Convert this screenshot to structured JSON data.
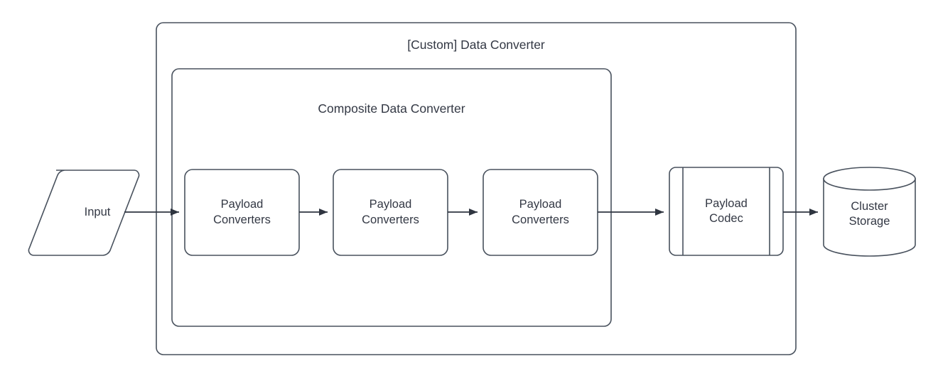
{
  "diagram": {
    "title": "[Custom] Data Converter",
    "background_color": "#ffffff",
    "stroke_color": "#48515d",
    "text_color": "#333844",
    "connector_color": "#2f3540",
    "containers": [
      {
        "id": "custom-data-converter",
        "label": "[Custom] Data Converter",
        "shape": "rounded-rectangle"
      },
      {
        "id": "composite-data-converter",
        "label": "Composite Data Converter",
        "shape": "rounded-rectangle"
      }
    ],
    "nodes": [
      {
        "id": "input",
        "label": "Input",
        "shape": "parallelogram"
      },
      {
        "id": "payload-converters-1",
        "label": "Payload\nConverters",
        "shape": "rounded-rectangle"
      },
      {
        "id": "payload-converters-2",
        "label": "Payload\nConverters",
        "shape": "rounded-rectangle"
      },
      {
        "id": "payload-converters-3",
        "label": "Payload\nConverters",
        "shape": "rounded-rectangle"
      },
      {
        "id": "payload-codec",
        "label": "Payload\nCodec",
        "shape": "predefined-process"
      },
      {
        "id": "cluster-storage",
        "label": "Cluster\nStorage",
        "shape": "cylinder"
      }
    ],
    "connectors": [
      {
        "id": "input-to-pc1",
        "from": "input",
        "to": "payload-converters-1",
        "arrow": "end"
      },
      {
        "id": "pc1-to-pc2",
        "from": "payload-converters-1",
        "to": "payload-converters-2",
        "arrow": "end"
      },
      {
        "id": "pc2-to-pc3",
        "from": "payload-converters-2",
        "to": "payload-converters-3",
        "arrow": "end"
      },
      {
        "id": "pc3-to-codec",
        "from": "payload-converters-3",
        "to": "payload-codec",
        "arrow": "end"
      },
      {
        "id": "codec-to-storage",
        "from": "payload-codec",
        "to": "cluster-storage",
        "arrow": "end"
      }
    ]
  }
}
